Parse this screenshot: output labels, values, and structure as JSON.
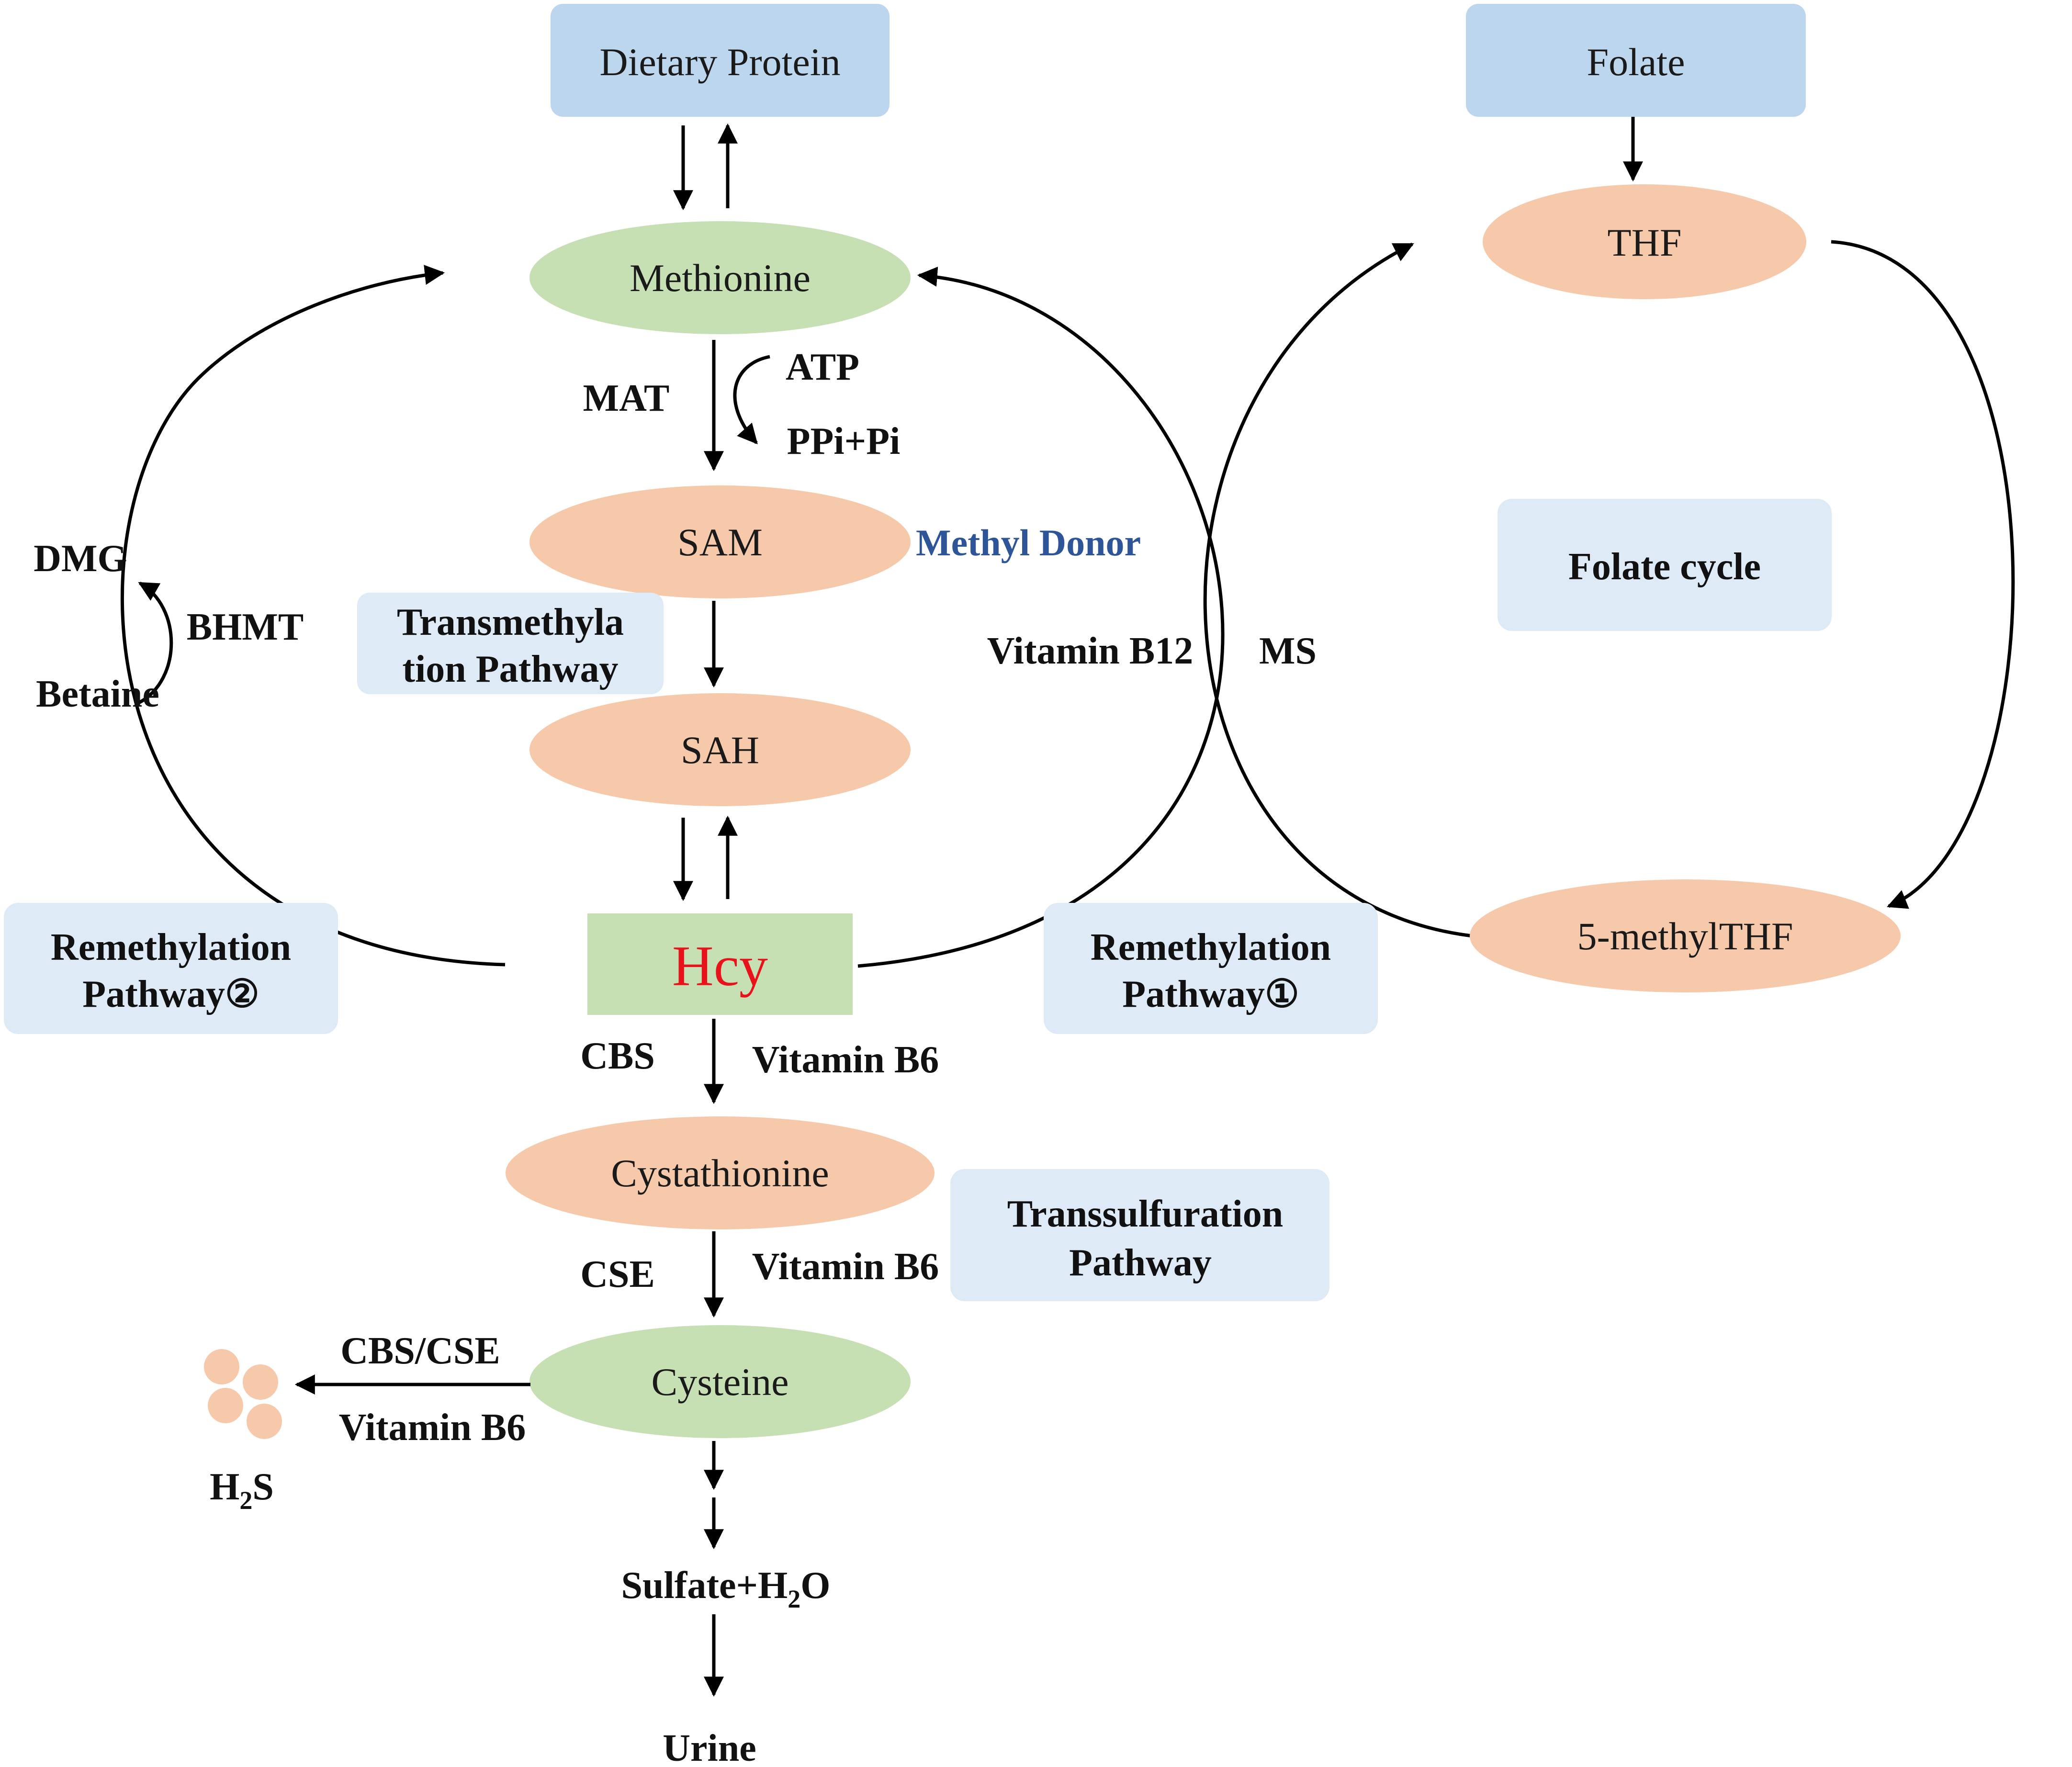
{
  "colors": {
    "blue_box": "#bcd6ee",
    "light_blue_box": "#deeaf6",
    "peach": "#f6c9ab",
    "green": "#c6e0b4",
    "hcy_red": "#e8121a",
    "methyl_blue": "#2e5597"
  },
  "nodes": {
    "dietary_protein": "Dietary Protein",
    "folate": "Folate",
    "methionine": "Methionine",
    "thf": "THF",
    "sam": "SAM",
    "sah": "SAH",
    "hcy": "Hcy",
    "methylthf": "5-methylTHF",
    "cystathionine": "Cystathionine",
    "cysteine": "Cysteine"
  },
  "labels": {
    "mat": "MAT",
    "atp": "ATP",
    "ppi_pi": "PPi+Pi",
    "methyl_donor": "Methyl Donor",
    "dmg": "DMG",
    "bhmt": "BHMT",
    "betaine": "Betaine",
    "vitamin_b12": "Vitamin B12",
    "ms": "MS",
    "cbs": "CBS",
    "vitamin_b6_cbs": "Vitamin B6",
    "cse": "CSE",
    "vitamin_b6_cse": "Vitamin B6",
    "cbs_cse": "CBS/CSE",
    "vitamin_b6_h2s": "Vitamin B6",
    "h2s_h": "H",
    "h2s_sub": "2",
    "h2s_s": "S",
    "sulfate_pre": "Sulfate+H",
    "sulfate_sub": "2",
    "sulfate_post": "O",
    "urine": "Urine"
  },
  "pathways": {
    "transmethylation_line1": "Transmethyla",
    "transmethylation_line2": "tion Pathway",
    "folate_cycle": "Folate cycle",
    "remethylation2_line1": "Remethylation",
    "remethylation2_line2": "Pathway②",
    "remethylation1_line1": "Remethylation",
    "remethylation1_line2": "Pathway①",
    "transsulfuration_line1": "Transsulfuration",
    "transsulfuration_line2": "Pathway"
  }
}
